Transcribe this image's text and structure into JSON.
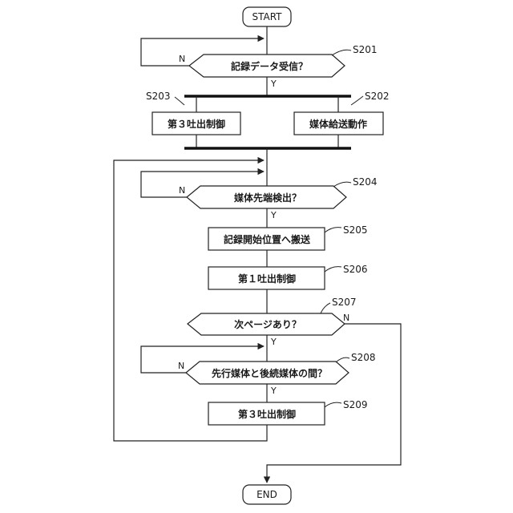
{
  "terminals": {
    "start": "START",
    "end": "END"
  },
  "decisions": {
    "d201": "記録データ受信？",
    "d204": "媒体先端検出？",
    "d207": "次ページあり？",
    "d208": "先行媒体と後続媒体の間？"
  },
  "processes": {
    "p203": "第３吐出制御",
    "p202": "媒体給送動作",
    "p205": "記録開始位置へ搬送",
    "p206": "第１吐出制御",
    "p209": "第３吐出制御"
  },
  "step_labels": {
    "s201": "S201",
    "s202": "S202",
    "s203": "S203",
    "s204": "S204",
    "s205": "S205",
    "s206": "S206",
    "s207": "S207",
    "s208": "S208",
    "s209": "S209"
  },
  "branch_labels": {
    "n201": "N",
    "y201": "Y",
    "n204": "N",
    "y204": "Y",
    "n207": "N",
    "y207": "Y",
    "n208": "N",
    "y208": "Y"
  }
}
